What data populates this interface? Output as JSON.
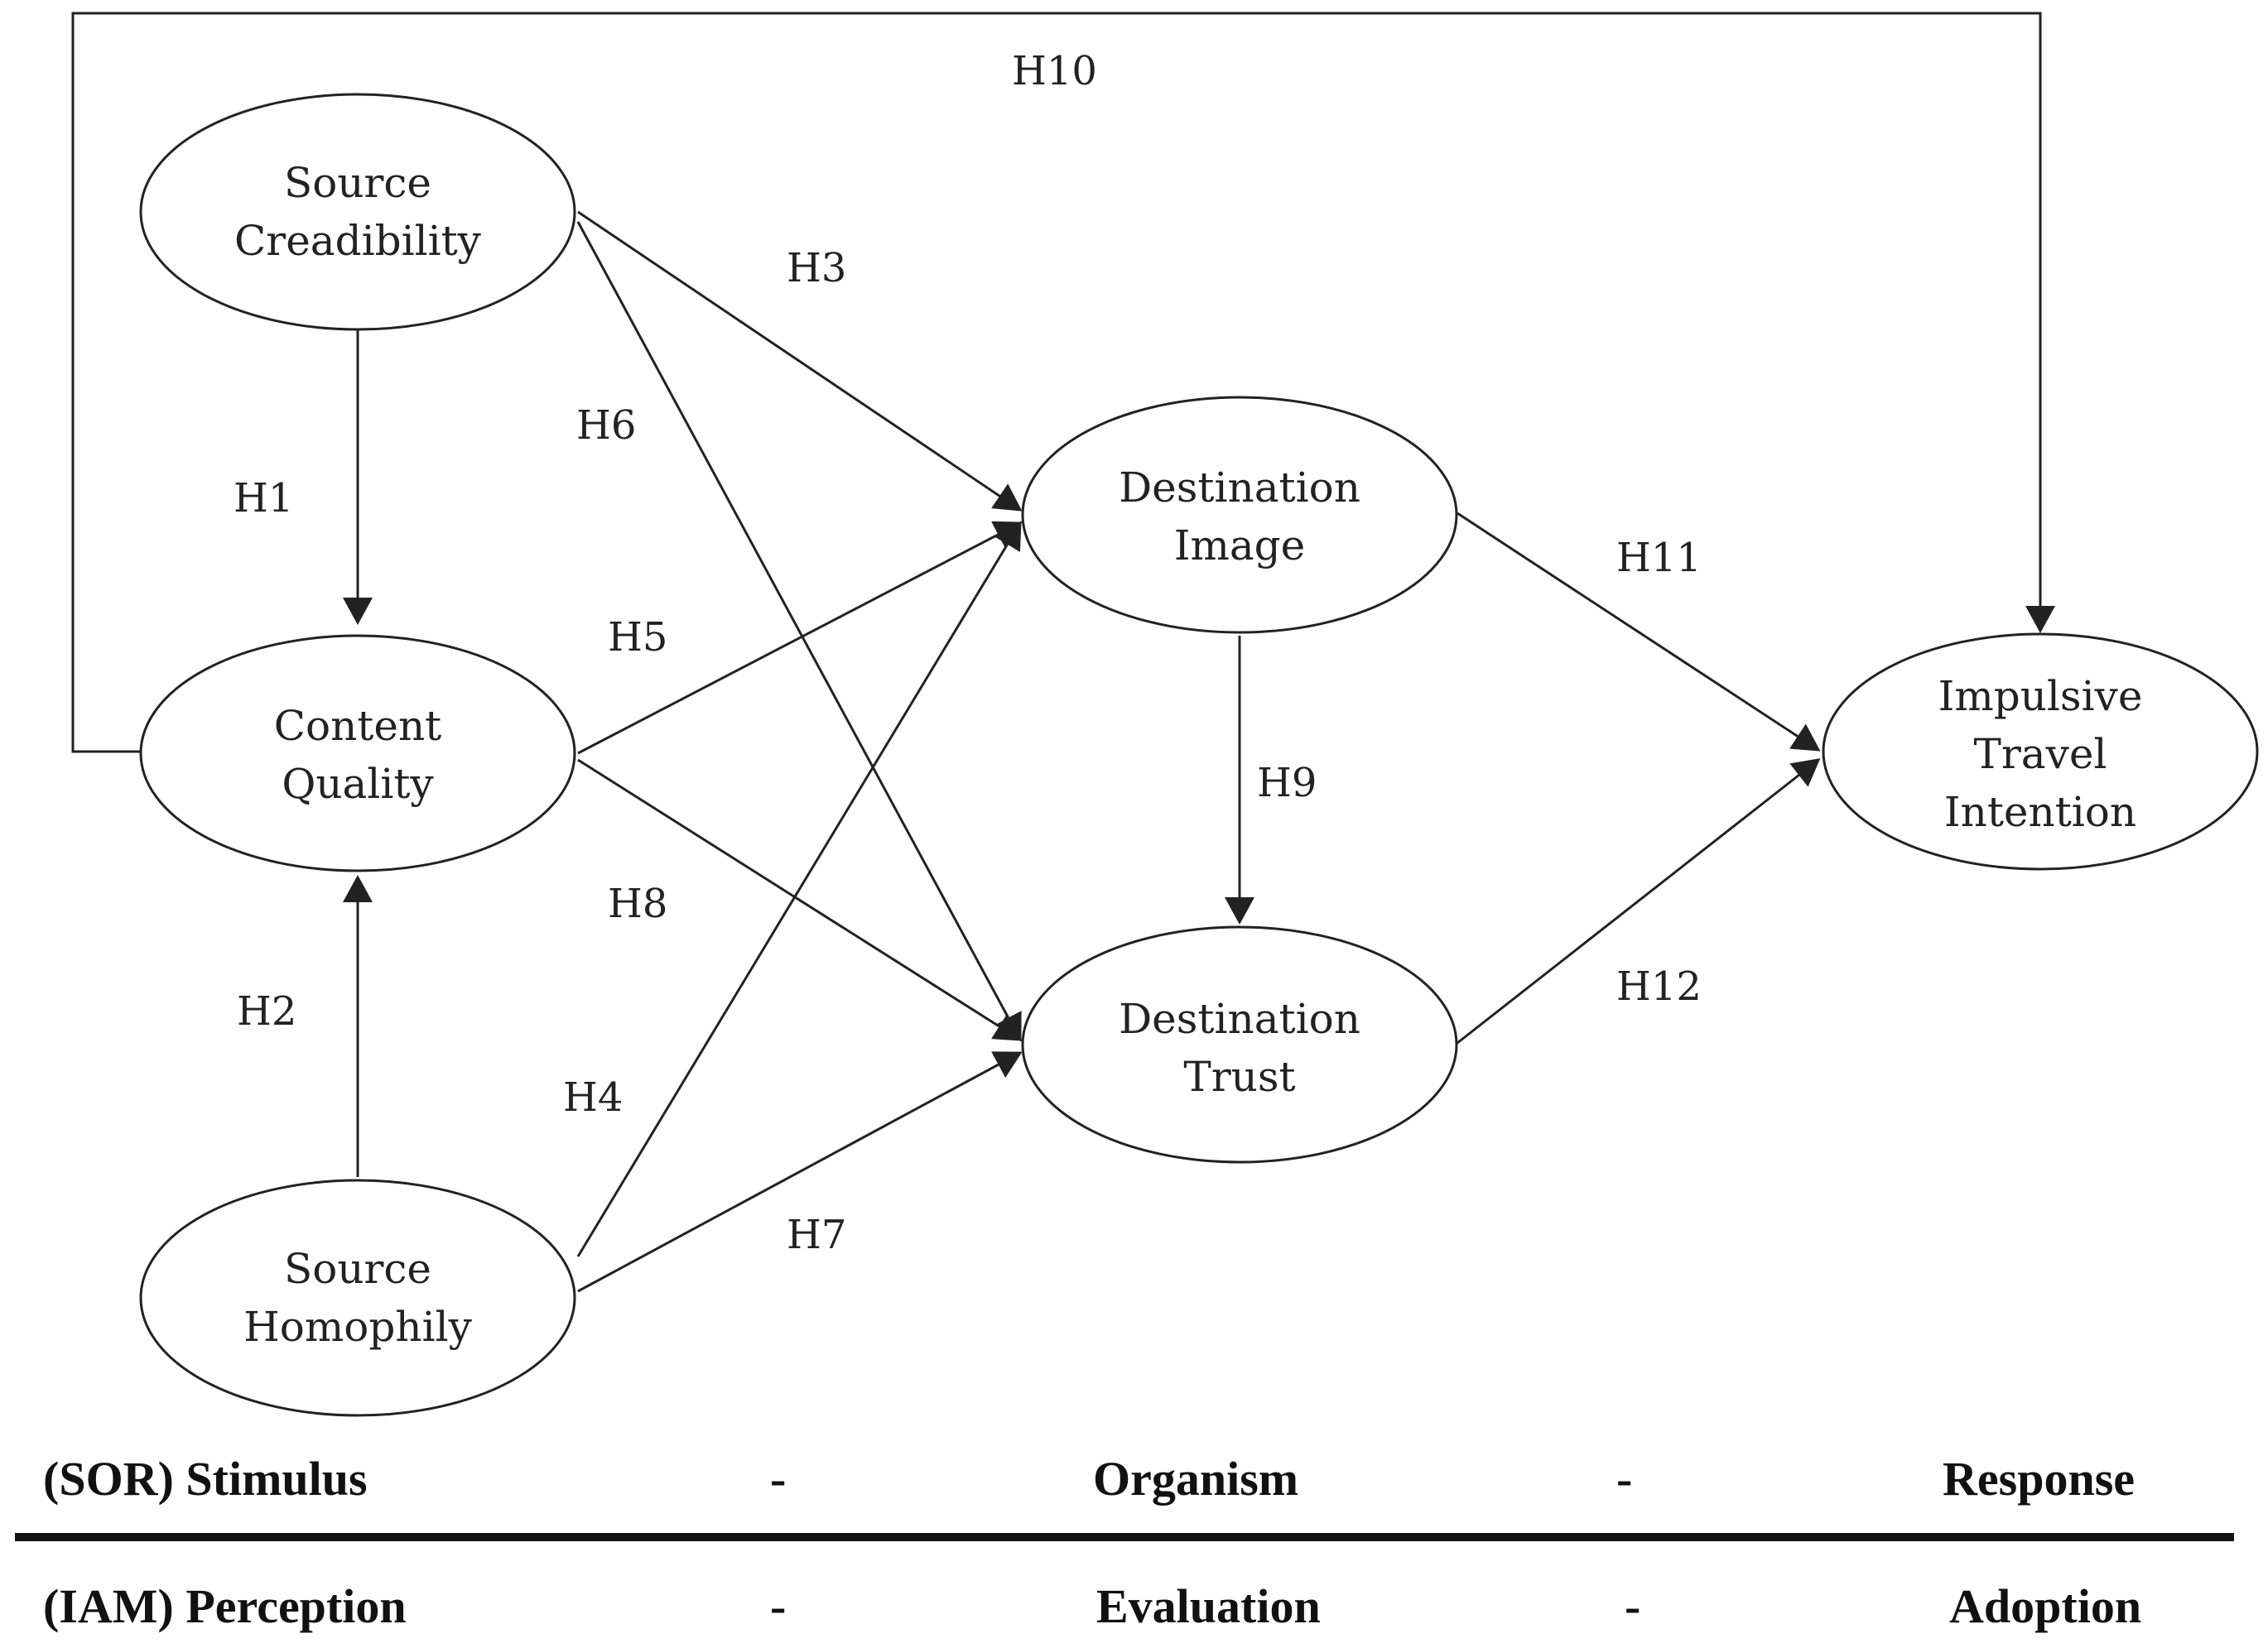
{
  "nodes": {
    "source_credibility": {
      "line1": "Source",
      "line2": "Creadibility"
    },
    "content_quality": {
      "line1": "Content",
      "line2": "Quality"
    },
    "source_homophily": {
      "line1": "Source",
      "line2": "Homophily"
    },
    "destination_image": {
      "line1": "Destination",
      "line2": "Image"
    },
    "destination_trust": {
      "line1": "Destination",
      "line2": "Trust"
    },
    "impulsive_travel_intention": {
      "line1": "Impulsive",
      "line2": "Travel",
      "line3": "Intention"
    }
  },
  "hypotheses": {
    "h1": "H1",
    "h2": "H2",
    "h3": "H3",
    "h4": "H4",
    "h5": "H5",
    "h6": "H6",
    "h7": "H7",
    "h8": "H8",
    "h9": "H9",
    "h10": "H10",
    "h11": "H11",
    "h12": "H12"
  },
  "footer": {
    "sor": {
      "label": "(SOR) Stimulus",
      "sep1": "-",
      "middle": "Organism",
      "sep2": "-",
      "end": "Response"
    },
    "iam": {
      "label": "(IAM) Perception",
      "sep1": "-",
      "middle": "Evaluation",
      "sep2": "-",
      "end": "Adoption"
    }
  },
  "colors": {
    "line": "#222222",
    "background": "#ffffff"
  }
}
